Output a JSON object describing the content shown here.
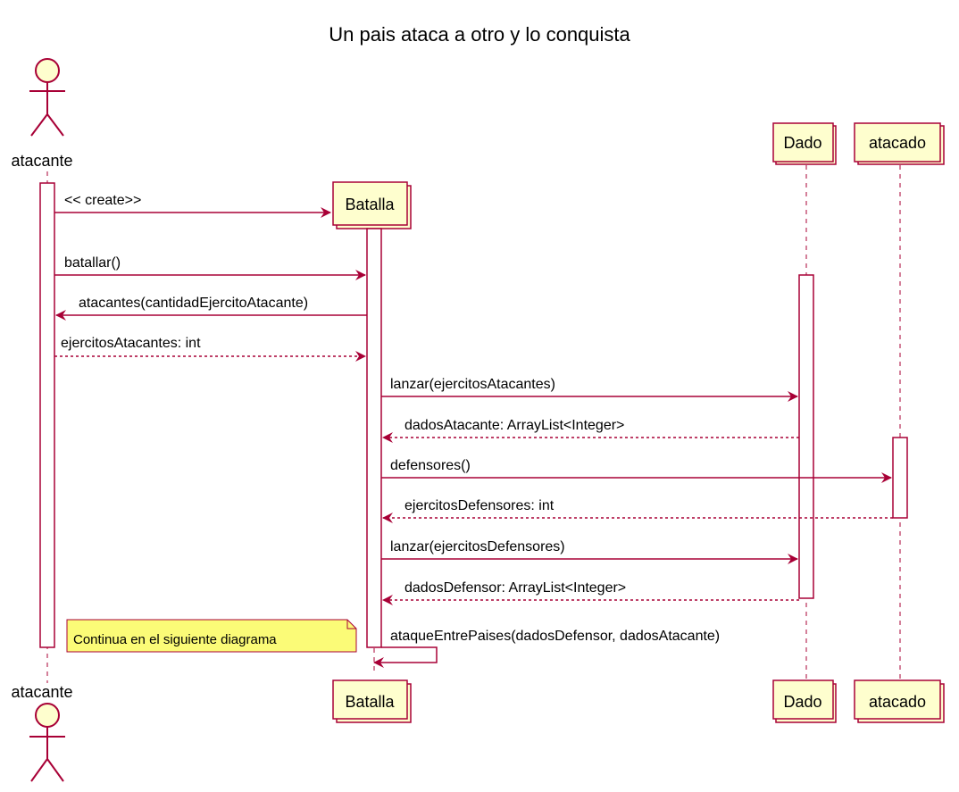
{
  "title": "Un pais ataca a otro y lo conquista",
  "colors": {
    "stroke": "#A80036",
    "participant_fill": "#FEFECE",
    "note_fill": "#FBFB77",
    "background": "#FFFFFF"
  },
  "participants": {
    "atacante": "atacante",
    "batalla": "Batalla",
    "dado": "Dado",
    "atacado": "atacado"
  },
  "messages": {
    "create": "<< create>>",
    "batallar": "batallar()",
    "atacantes": "atacantes(cantidadEjercitoAtacante)",
    "ejercitos_atacantes": "ejercitosAtacantes: int",
    "lanzar_atacantes": "lanzar(ejercitosAtacantes)",
    "dados_atacante": "dadosAtacante: ArrayList<Integer>",
    "defensores": "defensores()",
    "ejercitos_defensores": "ejercitosDefensores: int",
    "lanzar_defensores": "lanzar(ejercitosDefensores)",
    "dados_defensor": "dadosDefensor: ArrayList<Integer>",
    "ataque": "ataqueEntrePaises(dadosDefensor, dadosAtacante)"
  },
  "note": "Continua en el siguiente diagrama"
}
